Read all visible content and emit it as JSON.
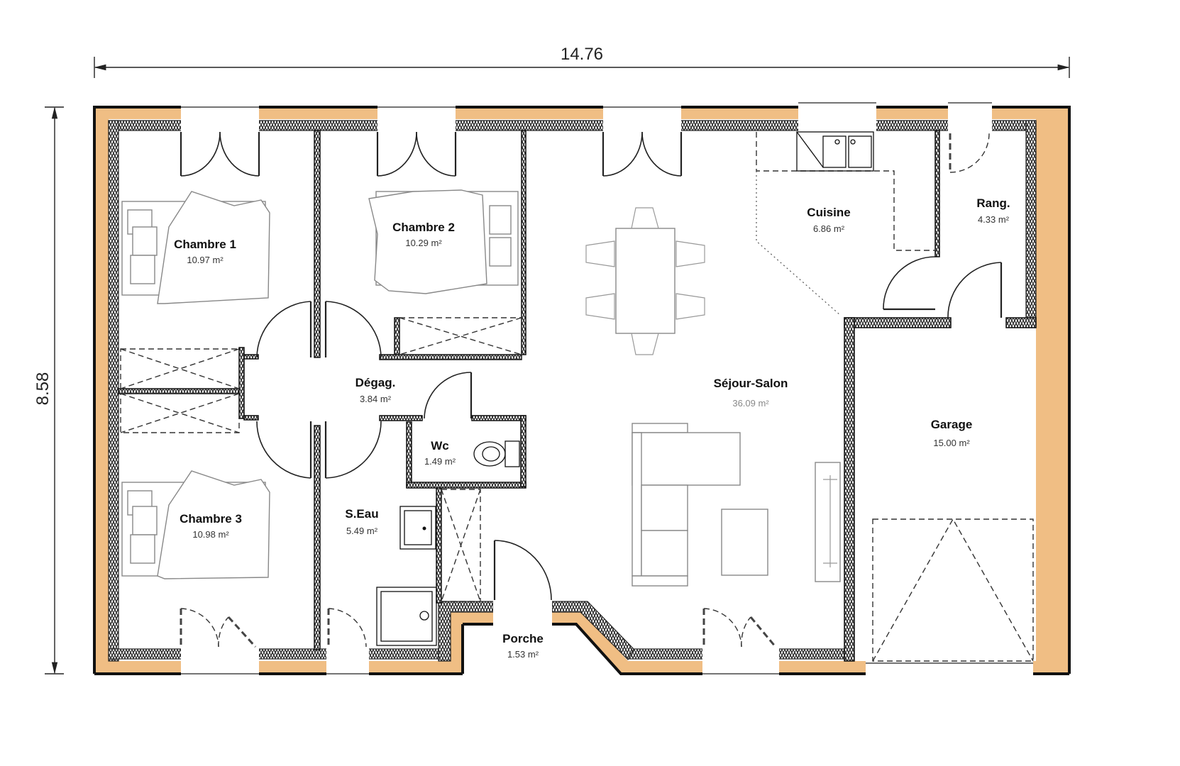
{
  "plan": {
    "dimensions": {
      "width_label": "14.76",
      "height_label": "8.58"
    },
    "colors": {
      "exterior_wall": "#f0be84",
      "wall_outline": "#111111",
      "background": "#ffffff"
    },
    "rooms": [
      {
        "name": "Chambre 1",
        "area": "10.97 m²"
      },
      {
        "name": "Chambre 2",
        "area": "10.29 m²"
      },
      {
        "name": "Chambre 3",
        "area": "10.98 m²"
      },
      {
        "name": "Dégag.",
        "area": "3.84 m²"
      },
      {
        "name": "Wc",
        "area": "1.49 m²"
      },
      {
        "name": "S.Eau",
        "area": "5.49 m²"
      },
      {
        "name": "Porche",
        "area": "1.53 m²"
      },
      {
        "name": "Séjour-Salon",
        "area": "36.09 m²"
      },
      {
        "name": "Cuisine",
        "area": "6.86 m²"
      },
      {
        "name": "Rang.",
        "area": "4.33 m²"
      },
      {
        "name": "Garage",
        "area": "15.00 m²"
      }
    ]
  }
}
